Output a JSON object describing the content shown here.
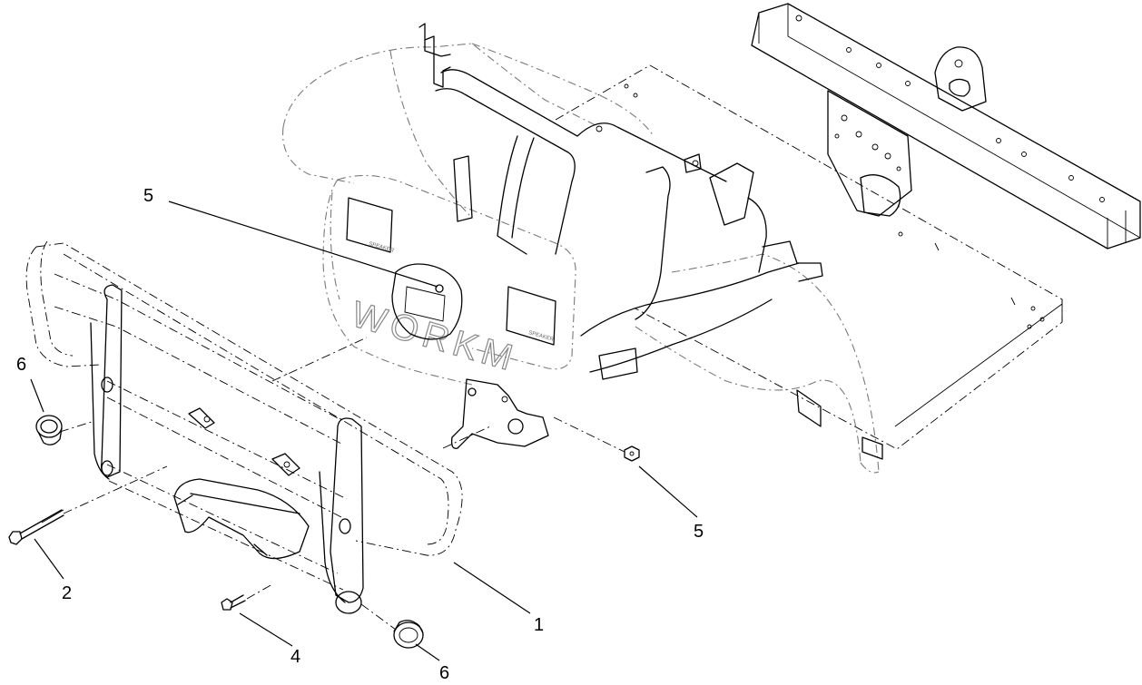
{
  "diagram": {
    "callouts": {
      "c1": "1",
      "c2": "2",
      "c4": "4",
      "c5_upper": "5",
      "c5_lower": "5",
      "c6_left": "6",
      "c6_bottom": "6"
    },
    "vehicle_lettering": "WORKM",
    "small_label_left": "SPEAKER",
    "small_label_right": "SPEAKER"
  }
}
